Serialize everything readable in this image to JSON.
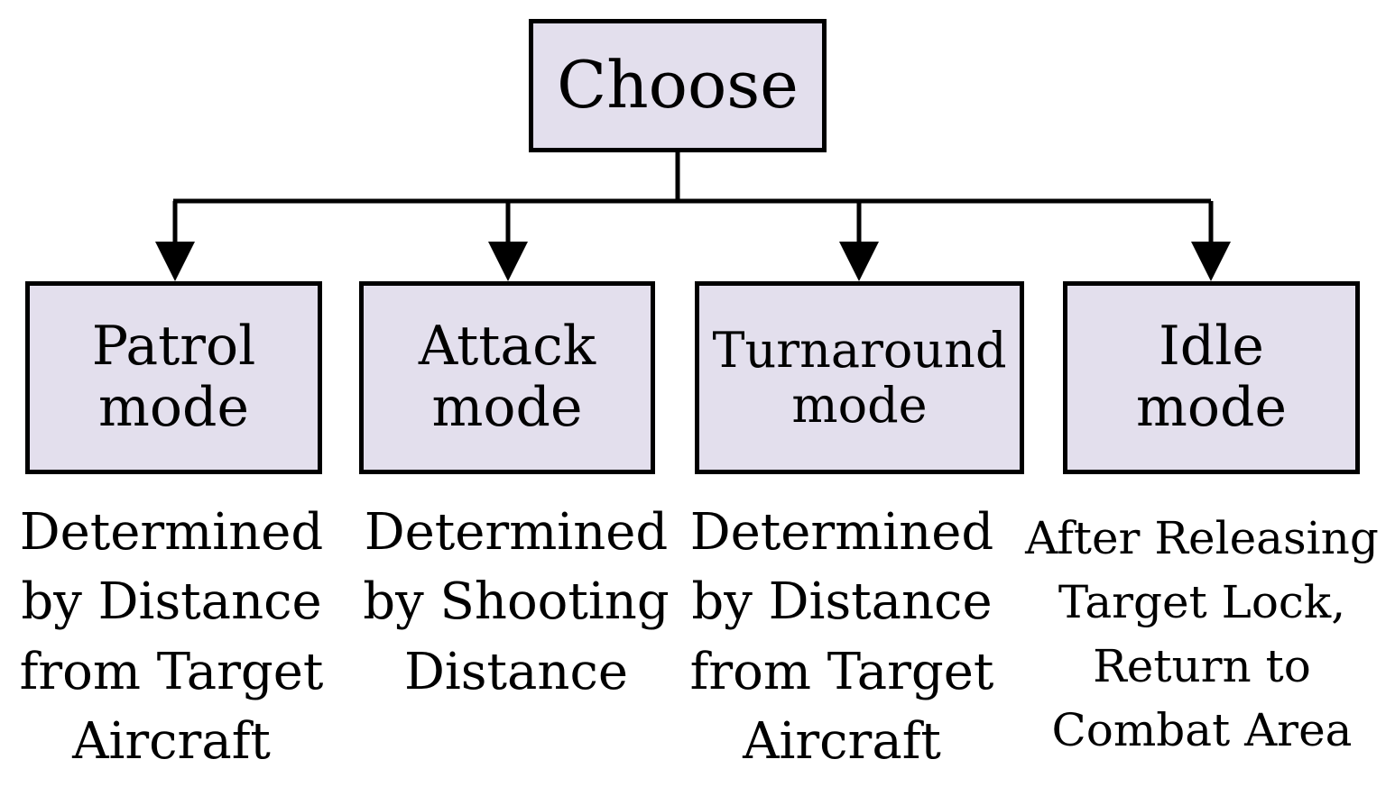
{
  "colors": {
    "box_fill": "#e3dfed",
    "stroke": "#000000",
    "text": "#000000"
  },
  "root": {
    "label": "Choose"
  },
  "modes": [
    {
      "title_lines": [
        "Patrol",
        "mode"
      ],
      "description_lines": [
        "Determined",
        "by Distance",
        "from Target",
        "Aircraft"
      ]
    },
    {
      "title_lines": [
        "Attack",
        "mode"
      ],
      "description_lines": [
        "Determined",
        "by Shooting",
        "Distance"
      ]
    },
    {
      "title_lines": [
        "Turnaround",
        "mode"
      ],
      "description_lines": [
        "Determined",
        "by Distance",
        "from Target",
        "Aircraft"
      ]
    },
    {
      "title_lines": [
        "Idle",
        "mode"
      ],
      "description_lines": [
        "After Releasing",
        "Target Lock,",
        "Return to",
        "Combat Area"
      ]
    }
  ]
}
